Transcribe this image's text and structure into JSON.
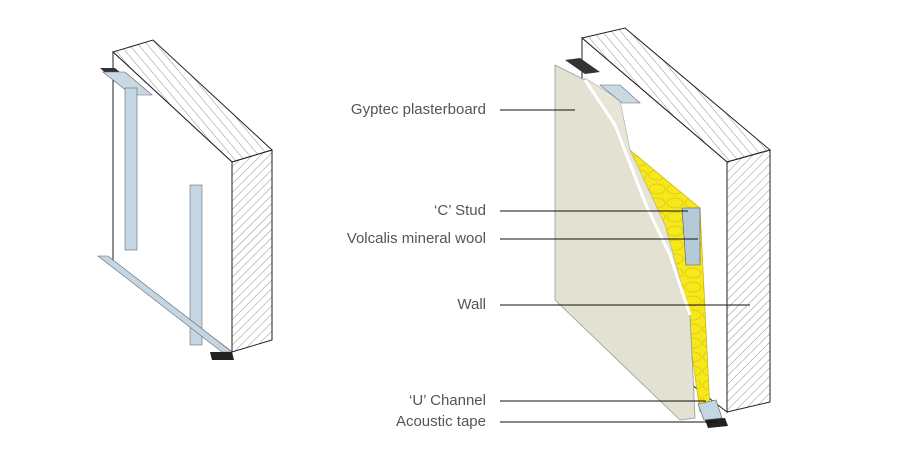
{
  "diagram": {
    "title": "Partition wall construction",
    "labels": [
      {
        "id": "gyptec",
        "text": "Gyptec plasterboard"
      },
      {
        "id": "cstud",
        "text": "‘C’ Stud"
      },
      {
        "id": "wool",
        "text": "Volcalis mineral wool"
      },
      {
        "id": "wall",
        "text": "Wall"
      },
      {
        "id": "uchannel",
        "text": "‘U’ Channel"
      },
      {
        "id": "tape",
        "text": "Acoustic tape"
      }
    ],
    "colors": {
      "plasterboard": "#e3e2d2",
      "mineral_wool": "#f5e81a",
      "steel": "#b8cfdc",
      "tape": "#2a2a2a",
      "label_text": "#555555"
    }
  }
}
